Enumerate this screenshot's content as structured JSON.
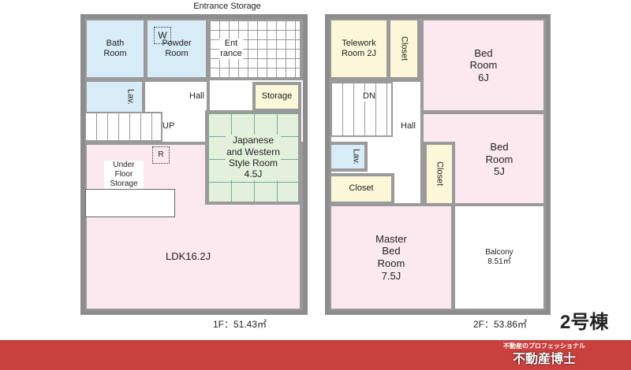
{
  "floor1": {
    "entrance_storage": "Entrance Storage",
    "bath": "Bath Room",
    "powder": "Powder Room",
    "washer": "W",
    "entrance": "Ent rance",
    "lav": "Lav.",
    "hall": "Hall",
    "storage": "Storage",
    "up": "UP",
    "r": "R",
    "under_floor": "Under Floor Storage",
    "japanese": "Japanese and Western Style Room 4.5J",
    "ldk": "LDK16.2J",
    "area": "1F：51.43㎡"
  },
  "floor2": {
    "telework": "Telework Room 2J",
    "closet1": "Closet",
    "bed6": "Bed Room 6J",
    "dn": "DN",
    "hall": "Hall",
    "bed5": "Bed Room 5J",
    "closet2": "Closet",
    "lav": "Lav.",
    "closet3": "Closet",
    "master": "Master Bed Room 7.5J",
    "balcony": "Balcony 8.51㎡",
    "area": "2F：53.86㎡"
  },
  "building": "2号棟",
  "banner": {
    "tagline": "不動産のプロフェッショナル",
    "logo": "不動産博士",
    "color": "#c9413f"
  }
}
